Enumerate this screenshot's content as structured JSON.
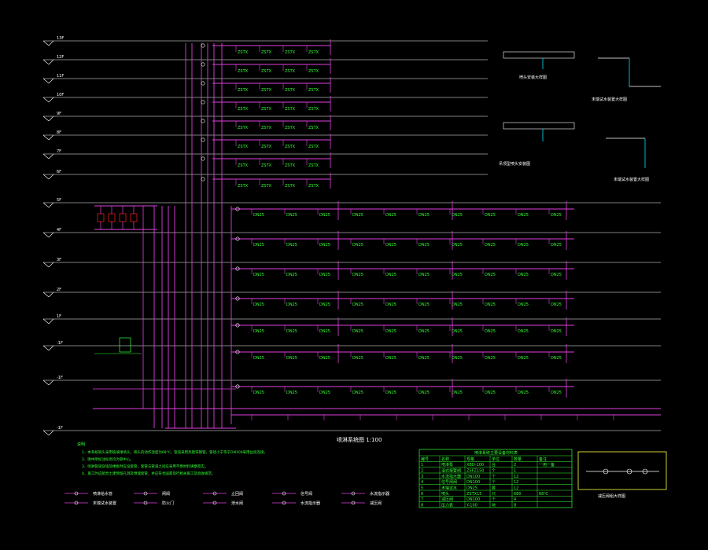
{
  "title": "喷淋系统图 1:100",
  "notes": {
    "heading": "说明",
    "lines": [
      "1、本系统喷头采用玻璃球喷头，喷头的动作温度为68℃，管道采用热镀锌钢管，管径小于等于DN100采用丝扣连接。",
      "2、图中所标注标高均为管中心。",
      "3、喷淋管道穿墙及楼板时应设套管，套管与管道之间应采用不燃材料填塞密实。",
      "4、施工时应配合土建预留孔洞及预埋套管，并应符合国家现行相关施工及验收规范。"
    ]
  },
  "legend": [
    {
      "symbol": "pipe",
      "label": "喷淋给水管"
    },
    {
      "symbol": "valve",
      "label": "闸阀"
    },
    {
      "symbol": "check",
      "label": "止回阀"
    },
    {
      "symbol": "signal",
      "label": "信号阀"
    },
    {
      "symbol": "flow",
      "label": "水流指示器"
    },
    {
      "symbol": "test",
      "label": "末端试水装置"
    },
    {
      "symbol": "door",
      "label": "防火门"
    },
    {
      "symbol": "drain",
      "label": "泄水阀"
    },
    {
      "symbol": "head",
      "label": "水流指示器"
    },
    {
      "symbol": "pressure",
      "label": "减压阀"
    }
  ],
  "details": [
    {
      "label": "喷头安装大样图"
    },
    {
      "label": "吊顶型喷头安装图"
    },
    {
      "label": "末端试水装置大样图"
    },
    {
      "label": "减压阀组大样图"
    }
  ],
  "table": {
    "title": "喷淋系统主要设备材料表",
    "headers": [
      "编号",
      "名称",
      "规格",
      "单位",
      "数量",
      "备注"
    ],
    "rows": [
      [
        "1",
        "喷淋泵",
        "XBD-100",
        "台",
        "2",
        "一用一备"
      ],
      [
        "2",
        "湿式报警阀",
        "ZSFZ150",
        "个",
        "1",
        ""
      ],
      [
        "3",
        "水流指示器",
        "DN100",
        "个",
        "12",
        ""
      ],
      [
        "4",
        "信号闸阀",
        "DN100",
        "个",
        "12",
        ""
      ],
      [
        "5",
        "末端试水",
        "DN25",
        "套",
        "12",
        ""
      ],
      [
        "6",
        "喷头",
        "ZSTX15",
        "只",
        "680",
        "68℃"
      ],
      [
        "7",
        "减压阀",
        "DN100",
        "个",
        "4",
        ""
      ],
      [
        "8",
        "压力表",
        "Y-100",
        "块",
        "8",
        ""
      ]
    ]
  },
  "floor_labels": [
    "13F",
    "12F",
    "11F",
    "10F",
    "9F",
    "8F",
    "7F",
    "6F",
    "5F",
    "4F",
    "3F",
    "2F",
    "1F",
    "-1F"
  ],
  "colors": {
    "pipe": "#e040e0",
    "floor": "#ffffff",
    "detail": "#33ff33",
    "accent": "#00e0ff",
    "highlight": "#ff2020"
  }
}
